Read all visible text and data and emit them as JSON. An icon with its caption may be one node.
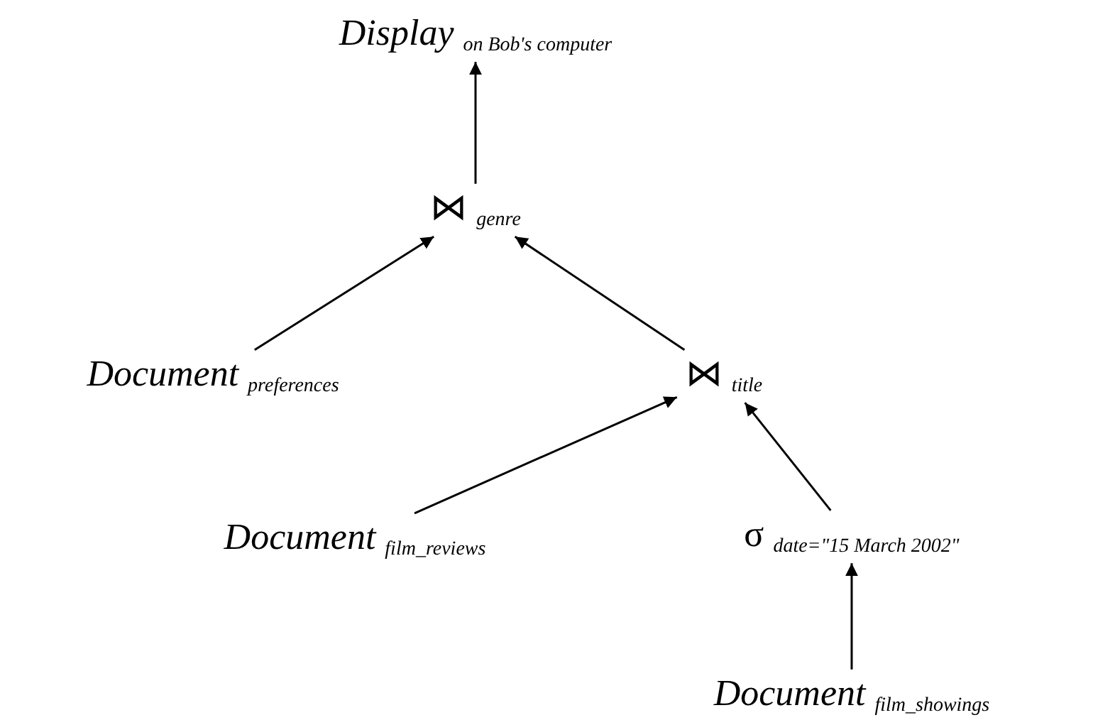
{
  "diagram": {
    "nodes": [
      {
        "text": [
          "*Display* $_{on Bob's computer}$"
        ]
      },
      {
        "text": [
          "⋈ $_{genre}$"
        ]
      },
      {
        "text": [
          "*Document* $_{preferences}$"
        ]
      },
      {
        "text": [
          "⋈ $_{title}$"
        ]
      },
      {
        "text": [
          "*Document* $_{film_reviews}$"
        ]
      },
      {
        "text": [
          "σ $_{date=\"15 March 2002\"}$"
        ]
      },
      {
        "text": [
          "*Document* $_{film_showings}$"
        ]
      }
    ],
    "edges": [
      {
        "from": 1,
        "to": 0,
        "arrow": "to"
      },
      {
        "from": 2,
        "to": 1,
        "arrow": "to"
      },
      {
        "from": 3,
        "to": 1,
        "arrow": "to"
      },
      {
        "from": 4,
        "to": 3,
        "arrow": "to"
      },
      {
        "from": 5,
        "to": 3,
        "arrow": "to"
      },
      {
        "from": 6,
        "to": 5,
        "arrow": "to"
      }
    ]
  }
}
